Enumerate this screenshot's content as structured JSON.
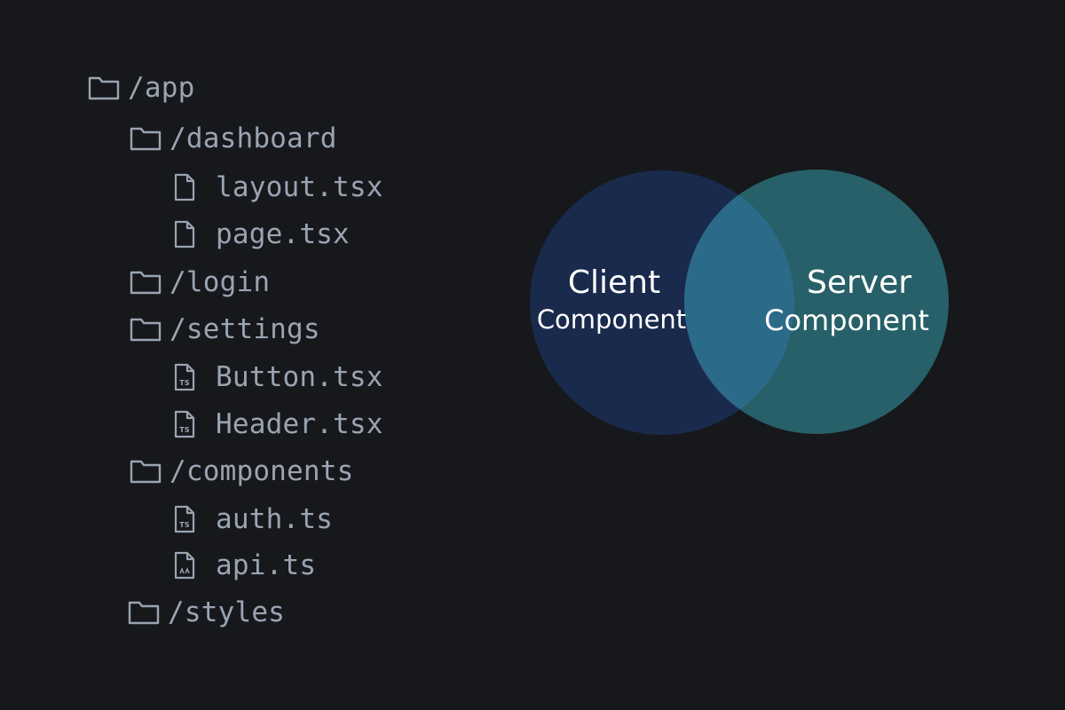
{
  "file_tree": {
    "items": [
      {
        "label": "/app",
        "type": "folder",
        "icon": "folder-icon"
      },
      {
        "label": "/dashboard",
        "type": "folder",
        "icon": "folder-icon"
      },
      {
        "label": "layout.tsx",
        "type": "file",
        "icon": "file-icon"
      },
      {
        "label": "page.tsx",
        "type": "file",
        "icon": "file-icon"
      },
      {
        "label": "/login",
        "type": "folder",
        "icon": "folder-icon"
      },
      {
        "label": "/settings",
        "type": "folder",
        "icon": "folder-icon"
      },
      {
        "label": "Button.tsx",
        "type": "file",
        "icon": "ts-file-icon"
      },
      {
        "label": "Header.tsx",
        "type": "file",
        "icon": "ts-file-icon"
      },
      {
        "label": "/components",
        "type": "folder",
        "icon": "folder-icon"
      },
      {
        "label": "auth.ts",
        "type": "file",
        "icon": "ts-file-icon"
      },
      {
        "label": "api.ts",
        "type": "file",
        "icon": "js-file-icon"
      },
      {
        "label": "/styles",
        "type": "folder",
        "icon": "folder-icon"
      }
    ]
  },
  "venn": {
    "left_circle": {
      "line1": "Client",
      "line2": "Component",
      "color": "#1a2a4c"
    },
    "right_circle": {
      "line1": "Server",
      "line2": "Component",
      "color": "#276068"
    },
    "overlap_color": "#2c6a8a"
  },
  "colors": {
    "background": "#16181c",
    "tree_text": "#9aa4b2"
  }
}
